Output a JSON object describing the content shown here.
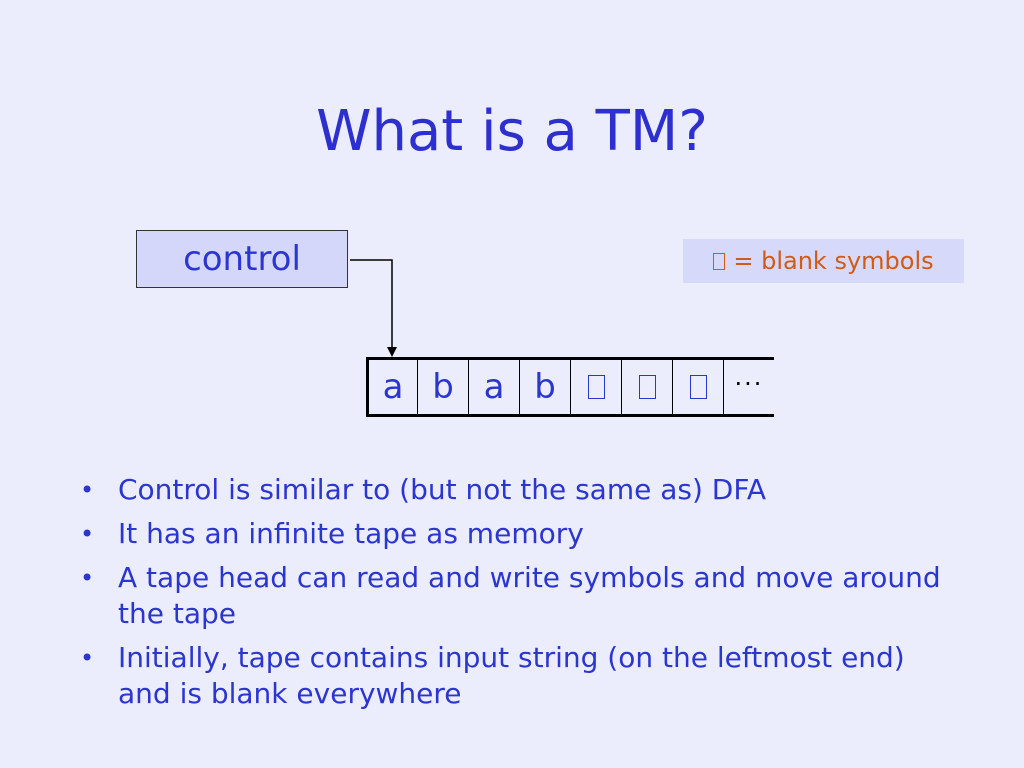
{
  "slide": {
    "title": "What is a TM?"
  },
  "diagram": {
    "control_label": "control",
    "legend_text": "= blank symbols",
    "tape": [
      {
        "symbol": "a",
        "blank": false
      },
      {
        "symbol": "b",
        "blank": false
      },
      {
        "symbol": "a",
        "blank": false
      },
      {
        "symbol": "b",
        "blank": false
      },
      {
        "symbol": "",
        "blank": true
      },
      {
        "symbol": "",
        "blank": true
      },
      {
        "symbol": "",
        "blank": true
      }
    ],
    "tape_continuation": "···"
  },
  "bullets": [
    {
      "text": "Control is similar to (but not the same as) DFA"
    },
    {
      "text": "It has an infinite tape as memory"
    },
    {
      "text": "A tape head can read and write symbols and move around the tape"
    },
    {
      "text": "Initially, tape contains input string (on the leftmost end) and is blank everywhere"
    }
  ],
  "bullet_marker": "•"
}
